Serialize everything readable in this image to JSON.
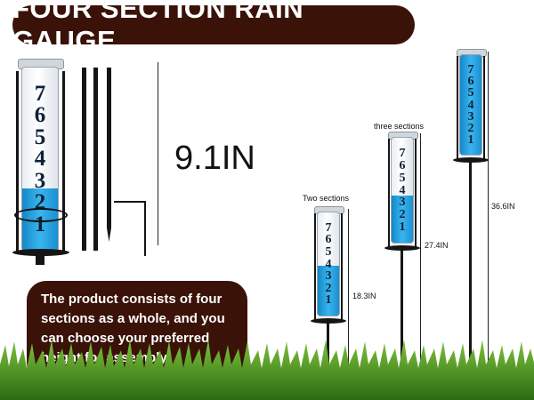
{
  "title": "FOUR SECTION RAIN GAUGE",
  "main_measure": "9.1IN",
  "description": "The product consists of four sections as a whole, and you can choose your preferred height for assembly.",
  "gauge_numbers": [
    "7",
    "6",
    "5",
    "4",
    "3",
    "2",
    "1"
  ],
  "variants": [
    {
      "label": "Two sections",
      "height": "18.3IN"
    },
    {
      "label": "three sections",
      "height": "27.4IN"
    },
    {
      "label": "",
      "height": "36.6IN"
    }
  ],
  "colors": {
    "pill": "#3a1208",
    "water": "#2aa6e6",
    "grass": "#3f8f1f"
  }
}
